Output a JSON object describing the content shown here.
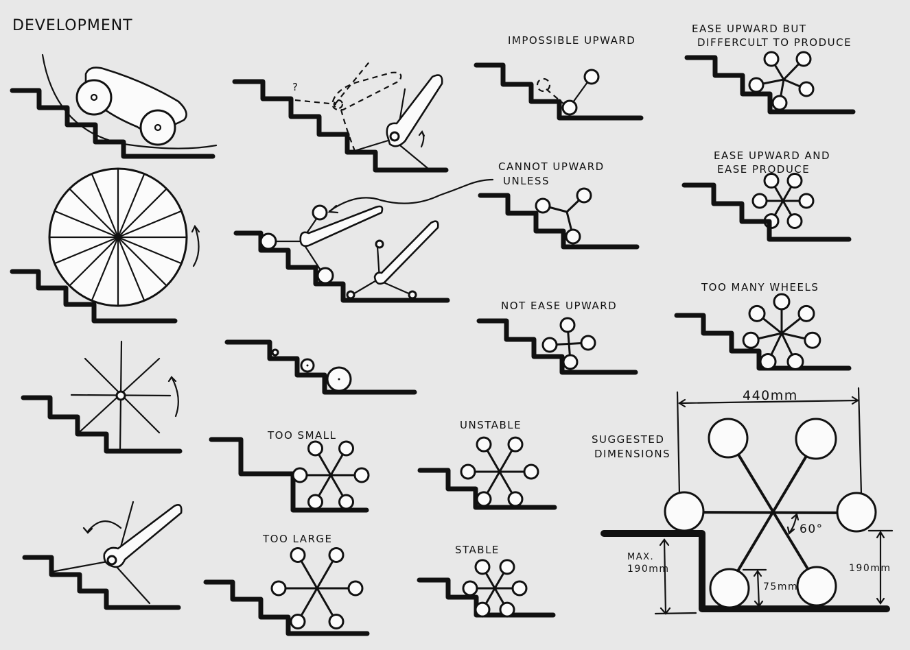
{
  "title": "DEVELOPMENT",
  "sketches": {
    "impossible_upward": "IMPOSSIBLE UPWARD",
    "ease_but_difficult": [
      "EASE UPWARD BUT",
      "DIFFERCULT TO PRODUCE"
    ],
    "cannot_upward_unless": [
      "CANNOT UPWARD",
      "UNLESS"
    ],
    "ease_and_ease": [
      "EASE UPWARD AND",
      "EASE PRODUCE"
    ],
    "not_ease_upward": "NOT EASE UPWARD",
    "too_many_wheels": "TOO MANY WHEELS",
    "too_small": "TOO SMALL",
    "unstable": "UNSTABLE",
    "too_large": "TOO LARGE",
    "stable": "STABLE",
    "question_mark": "?"
  },
  "suggested": {
    "label": [
      "SUGGESTED",
      "DIMENSIONS"
    ],
    "width": "440mm",
    "angle": "60°",
    "max_step_label": [
      "MAX.",
      "190mm"
    ],
    "wheel_clearance": "75mm",
    "height": "190mm"
  },
  "colors": {
    "ink": "#111111",
    "paper": "#e8e8e8",
    "wheel_fill": "#fbfbfb"
  }
}
